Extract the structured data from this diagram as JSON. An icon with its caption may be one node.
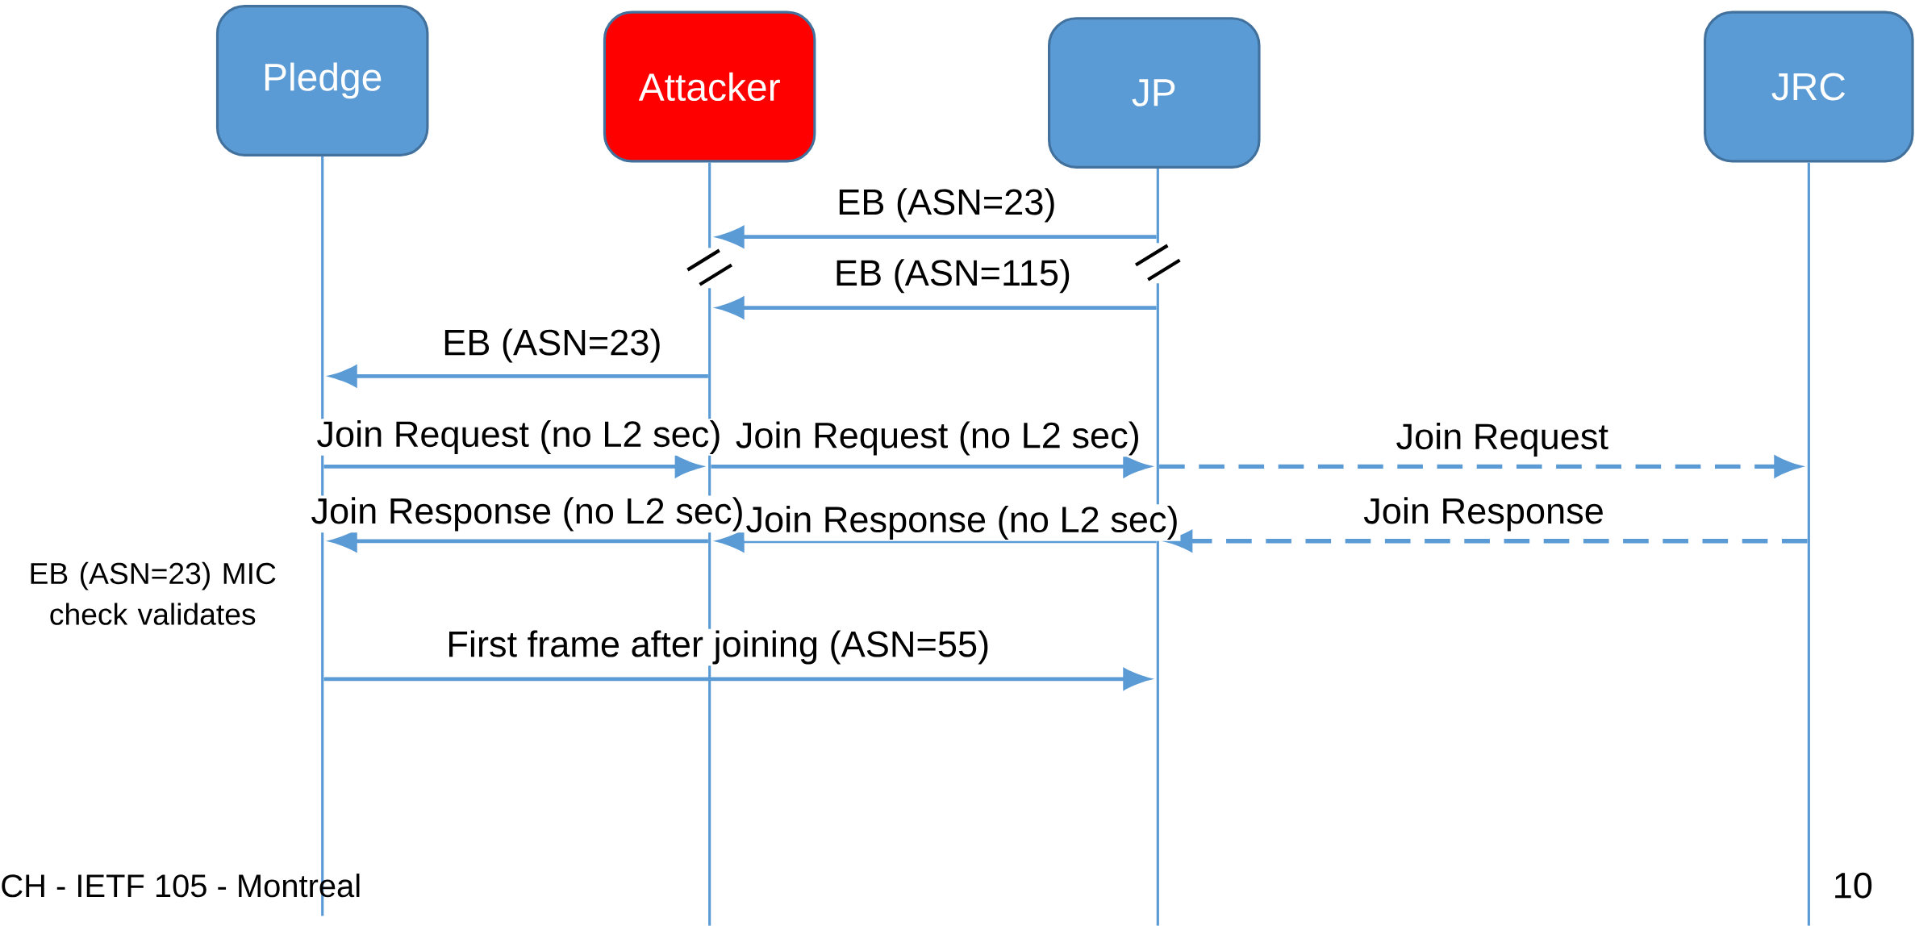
{
  "diagram": {
    "nodes": [
      {
        "text": [
          "Pledge"
        ]
      },
      {
        "text": [
          "Attacker"
        ]
      },
      {
        "text": [
          "JP"
        ]
      },
      {
        "text": [
          "JRC"
        ]
      },
      {
        "text": [],
        "shape": "line"
      },
      {
        "text": [],
        "shape": "line"
      },
      {
        "text": [],
        "shape": "line"
      },
      {
        "text": [],
        "shape": "line"
      }
    ],
    "edges": [
      {
        "from": 6,
        "to": 5,
        "arrow": "to",
        "label": "EB (ASN=23)"
      },
      {
        "from": 6,
        "to": 5,
        "arrow": "to",
        "label": "EB (ASN=115)"
      },
      {
        "from": 5,
        "to": 4,
        "arrow": "to",
        "label": "EB (ASN=23)"
      },
      {
        "from": 4,
        "to": 5,
        "arrow": "to",
        "label": "Join Request (no L2 sec)"
      },
      {
        "from": 5,
        "to": 6,
        "arrow": "to",
        "label": "Join Request (no L2 sec)"
      },
      {
        "from": 6,
        "to": 7,
        "arrow": "to",
        "label": "Join Request",
        "style": "dashed"
      },
      {
        "from": 5,
        "to": 4,
        "arrow": "to",
        "label": "Join Response (no L2 sec)"
      },
      {
        "from": 6,
        "to": 5,
        "arrow": "to",
        "label": "Join Response (no L2 sec)"
      },
      {
        "from": 7,
        "to": 6,
        "arrow": "to",
        "label": "Join Response",
        "style": "dashed"
      },
      {
        "from": 4,
        "to": 6,
        "arrow": "to",
        "label": "First frame after joining (ASN=55)"
      }
    ],
    "labels": [
      "EB (ASN=23) MIC check validates",
      "CH - IETF 105 - Montreal",
      "10"
    ]
  }
}
